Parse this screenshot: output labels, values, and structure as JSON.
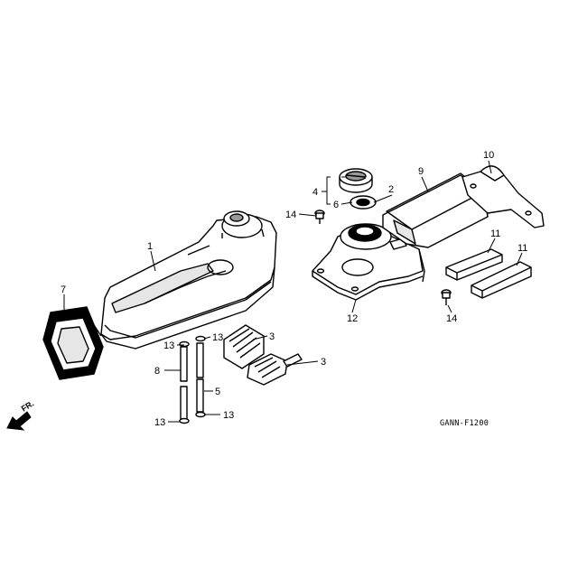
{
  "diagram": {
    "code": "GANN-F1200",
    "direction_label": "FR.",
    "callouts": {
      "c1": "1",
      "c2": "2",
      "c3a": "3",
      "c3b": "3",
      "c4": "4",
      "c5": "5",
      "c6": "6",
      "c7": "7",
      "c8": "8",
      "c9": "9",
      "c10": "10",
      "c11a": "11",
      "c11b": "11",
      "c12": "12",
      "c13a": "13",
      "c13b": "13",
      "c13c": "13",
      "c13d": "13",
      "c14a": "14",
      "c14b": "14"
    }
  }
}
